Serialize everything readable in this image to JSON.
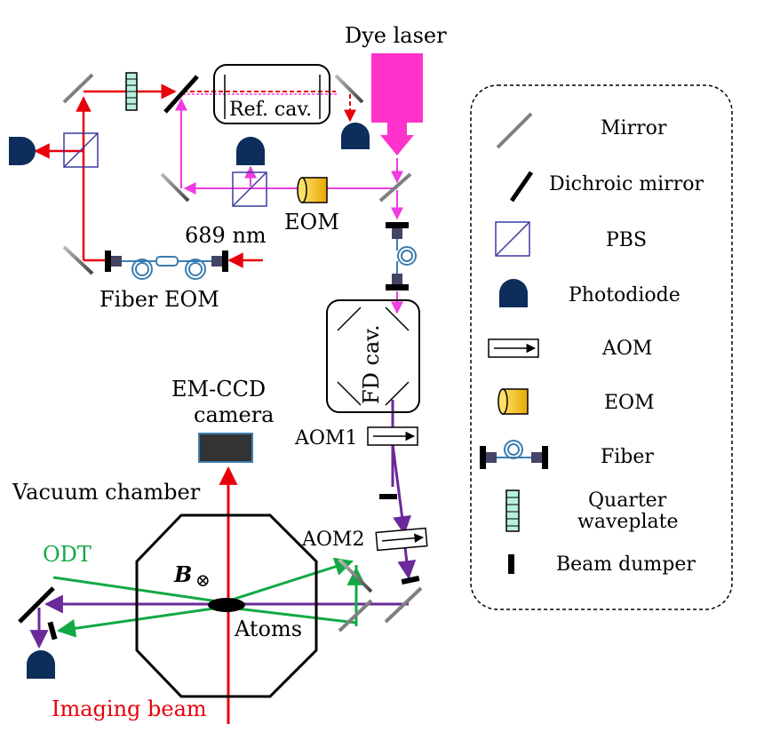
{
  "labels": {
    "dye_laser": "Dye laser",
    "ref_cav": "Ref. cav.",
    "eom": "EOM",
    "nm689": "689 nm",
    "fiber_eom": "Fiber EOM",
    "fd_cav": "FD cav.",
    "em_ccd_line1": "EM-CCD",
    "em_ccd_line2": "camera",
    "aom1": "AOM1",
    "aom2": "AOM2",
    "vacuum_chamber": "Vacuum chamber",
    "odt": "ODT",
    "b_field": "B",
    "b_symbol": "⊗",
    "atoms": "Atoms",
    "imaging_beam": "Imaging beam"
  },
  "legend": {
    "items": [
      {
        "icon": "mirror-icon",
        "label": "Mirror"
      },
      {
        "icon": "dichroic-mirror-icon",
        "label": "Dichroic mirror"
      },
      {
        "icon": "pbs-icon",
        "label": "PBS"
      },
      {
        "icon": "photodiode-icon",
        "label": "Photodiode"
      },
      {
        "icon": "aom-icon",
        "label": "AOM"
      },
      {
        "icon": "eom-icon",
        "label": "EOM"
      },
      {
        "icon": "fiber-icon",
        "label": "Fiber"
      },
      {
        "icon": "quarter-waveplate-icon",
        "label_line1": "Quarter",
        "label_line2": "waveplate"
      },
      {
        "icon": "beam-dumper-icon",
        "label": "Beam dumper"
      }
    ]
  },
  "colors": {
    "red_beam": "#e8000b",
    "magenta_beam": "#f03ce0",
    "purple_beam": "#6a2a9a",
    "green_beam": "#11aa44",
    "dye_laser": "#ff33cc",
    "photodiode": "#0d2d5a",
    "eom": "#ffc61a",
    "pbs": "#3a3aa0",
    "fiber": "#3b7db0",
    "ccd": "#333333",
    "waveplate": "#7fe0c0"
  }
}
